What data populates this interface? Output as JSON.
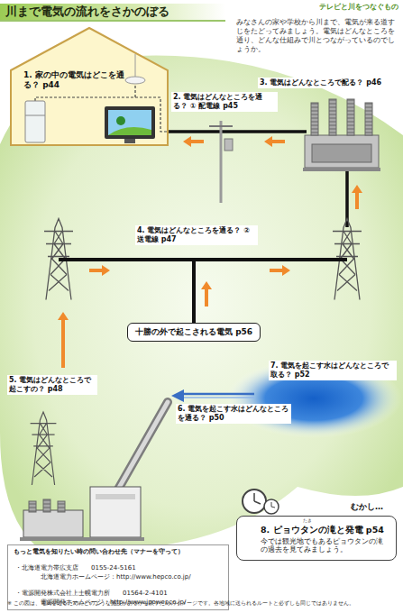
{
  "diagram": {
    "title": "川まで電気の流れをさかのぼる",
    "nodes": [
      {
        "text": [
          "1. 家の中の電気はどこを通る？ p44"
        ]
      },
      {
        "text": [
          "十勝の外で起こされる電気 p56"
        ]
      },
      {
        "text": [
          "むかし…",
          "8. ピョウタンの滝と発電 p54",
          "今では観光地でもあるピョウタンの滝の過去を見てみましょう。"
        ]
      },
      {
        "text": [
          "もっと電気を知りたい時の問い合わせ先（マナーを守って）",
          "・北海道電力帯広支店",
          "0155-24-5161",
          "北海道電力ホームページ：http://www.hepco.co.jp/",
          "・電源開発株式会社上士幌電力所",
          "01564-2-4101",
          "電源開発ホームページ：http://www.jpower.co.jp/"
        ]
      }
    ],
    "labels": [
      "テレビと川をつなぐもの",
      "みなさんの家や学校から川まで、電気が来る道すじをたどってみましょう。電気はどんなところを通り、どんな仕組みで川とつながっているのでしょうか。",
      "2. 電気はどんなところを通る？ ① 配電線 p45",
      "3. 電気はどんなところで配る？ p46",
      "4. 電気はどんなところを通る？ ② 送電線 p47",
      "5. 電気はどんなところで起こすの？ p48",
      "6. 電気を起こす水はどんなところを通る？ p50",
      "7. 電気を起こす水はどんなところで取る？ p52",
      "※ この図は、電気を送るためにどのような施設があるかを表すためのイメージです。各地域に送られるルートと必ずしも同じではありません。",
      "たき"
    ]
  }
}
